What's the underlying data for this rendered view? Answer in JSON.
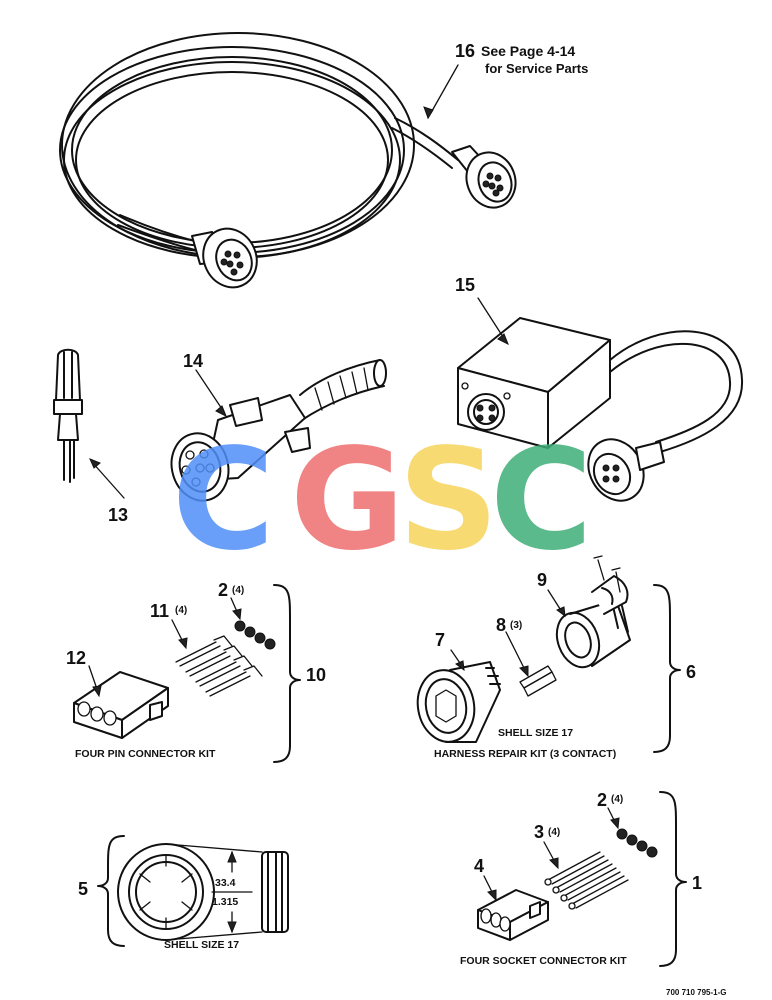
{
  "callouts": {
    "c1": "1",
    "c2a": "2",
    "c2b": "2",
    "c3": "3",
    "c4": "4",
    "c5": "5",
    "c6": "6",
    "c7": "7",
    "c8": "8",
    "c9": "9",
    "c10": "10",
    "c11": "11",
    "c12": "12",
    "c13": "13",
    "c14": "14",
    "c15": "15",
    "c16": "16"
  },
  "quantities": {
    "q2a": "(4)",
    "q2b": "(4)",
    "q3": "(4)",
    "q8": "(3)",
    "q11": "(4)"
  },
  "notes": {
    "see_page": "See Page 4-14",
    "service_parts": "for Service Parts"
  },
  "captions": {
    "four_pin_kit": "FOUR PIN CONNECTOR KIT",
    "shell_size_a": "SHELL SIZE 17",
    "harness_repair_kit": "HARNESS REPAIR KIT (3 CONTACT)",
    "shell_size_b": "SHELL SIZE 17",
    "four_socket_kit": "FOUR SOCKET CONNECTOR KIT",
    "dimension_mm": "33.4",
    "dimension_in": "1.315",
    "figure_id": "700 710 795-1-G"
  },
  "watermark": {
    "letters": [
      "C",
      "G",
      "S",
      "C"
    ],
    "colors": [
      "#4F8FF7",
      "#EE6E6E",
      "#F7D45A",
      "#3FAE78"
    ]
  }
}
